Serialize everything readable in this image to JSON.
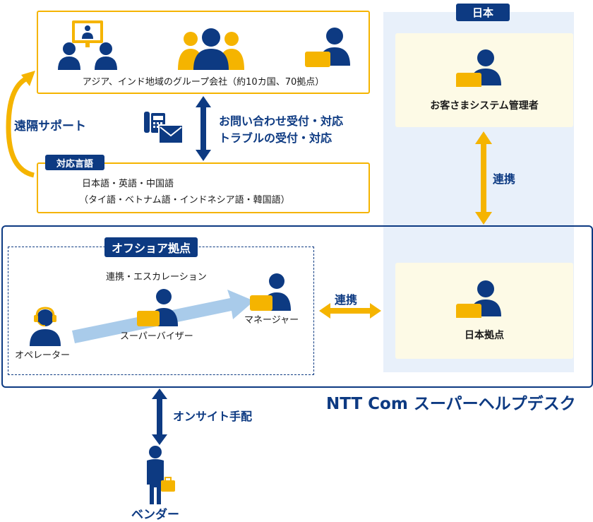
{
  "colors": {
    "navy": "#0d3a82",
    "accent_yellow": "#f5b400",
    "panel_blue": "#e8f0fa",
    "cream": "#fdfae6",
    "arrow_light_blue": "#a9cbea"
  },
  "group_companies": {
    "label": "アジア、インド地域のグループ会社（約10カ国、70拠点）",
    "icons": [
      "video-conference-icon",
      "group-people-icon",
      "person-laptop-icon"
    ]
  },
  "remote_support": {
    "label": "遠隔サポート"
  },
  "inquiry": {
    "line1": "お問い合わせ受付・対応",
    "line2": "トラブルの受付・対応",
    "icons": [
      "phone-icon",
      "envelope-icon"
    ]
  },
  "languages": {
    "tag": "対応言語",
    "line1": "日本語・英語・中国語",
    "line2": "（タイ語・ベトナム語・インドネシア語・韓国語）"
  },
  "japan": {
    "tag": "日本",
    "customer_admin": "お客さまシステム管理者",
    "link_vertical": "連携",
    "japan_base": "日本拠点"
  },
  "offshore": {
    "tag": "オフショア拠点",
    "escalation": "連携・エスカレーション",
    "operator": "オペレーター",
    "supervisor": "スーパーバイザー",
    "manager": "マネージャー",
    "link_horizontal": "連携"
  },
  "service_name": "NTT Com スーパーヘルプデスク",
  "onsite": {
    "label": "オンサイト手配",
    "vendor": "ベンダー"
  }
}
